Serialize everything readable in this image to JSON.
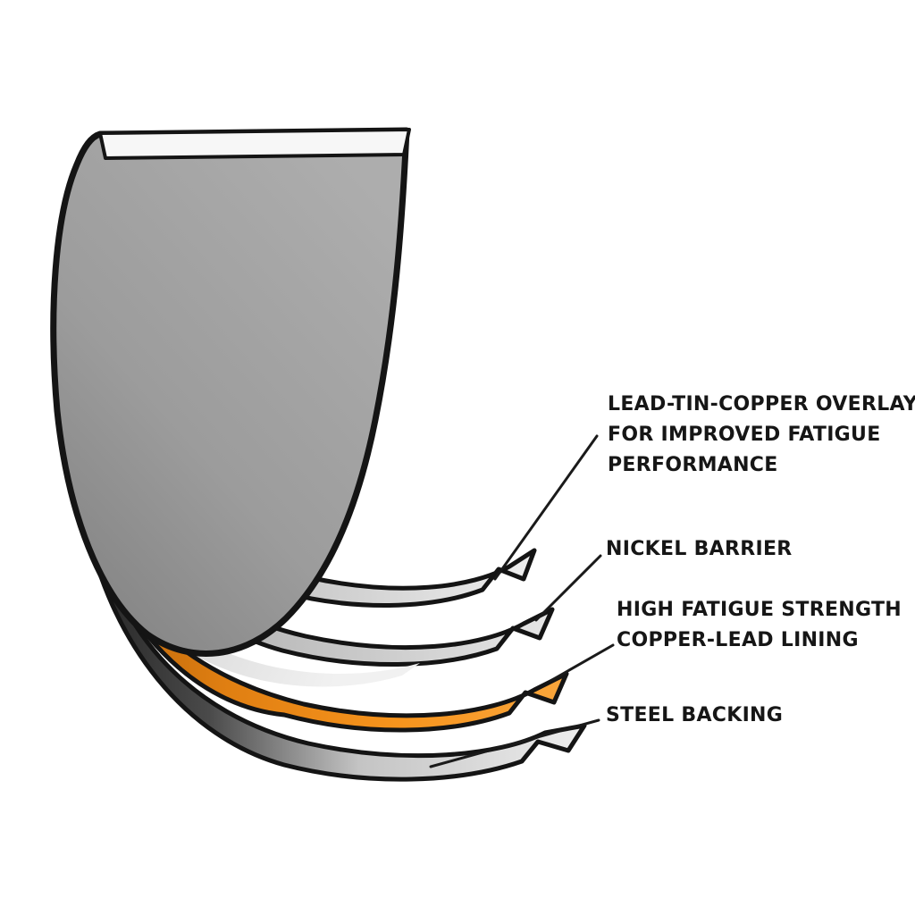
{
  "diagram": {
    "labels": {
      "overlay": [
        "LEAD-TIN-COPPER OVERLAY",
        "FOR IMPROVED FATIGUE",
        "PERFORMANCE"
      ],
      "nickel": [
        "NICKEL BARRIER"
      ],
      "lining": [
        "HIGH FATIGUE STRENGTH",
        "COPPER-LEAD LINING"
      ],
      "steel": [
        "STEEL BACKING"
      ]
    },
    "colors": {
      "lining_orange": "#F28C1E",
      "shell_gray": "#9B9B9B",
      "layer_light_gray": "#DCDCDC",
      "outline_black": "#141414",
      "background_white": "#FFFFFF"
    }
  }
}
